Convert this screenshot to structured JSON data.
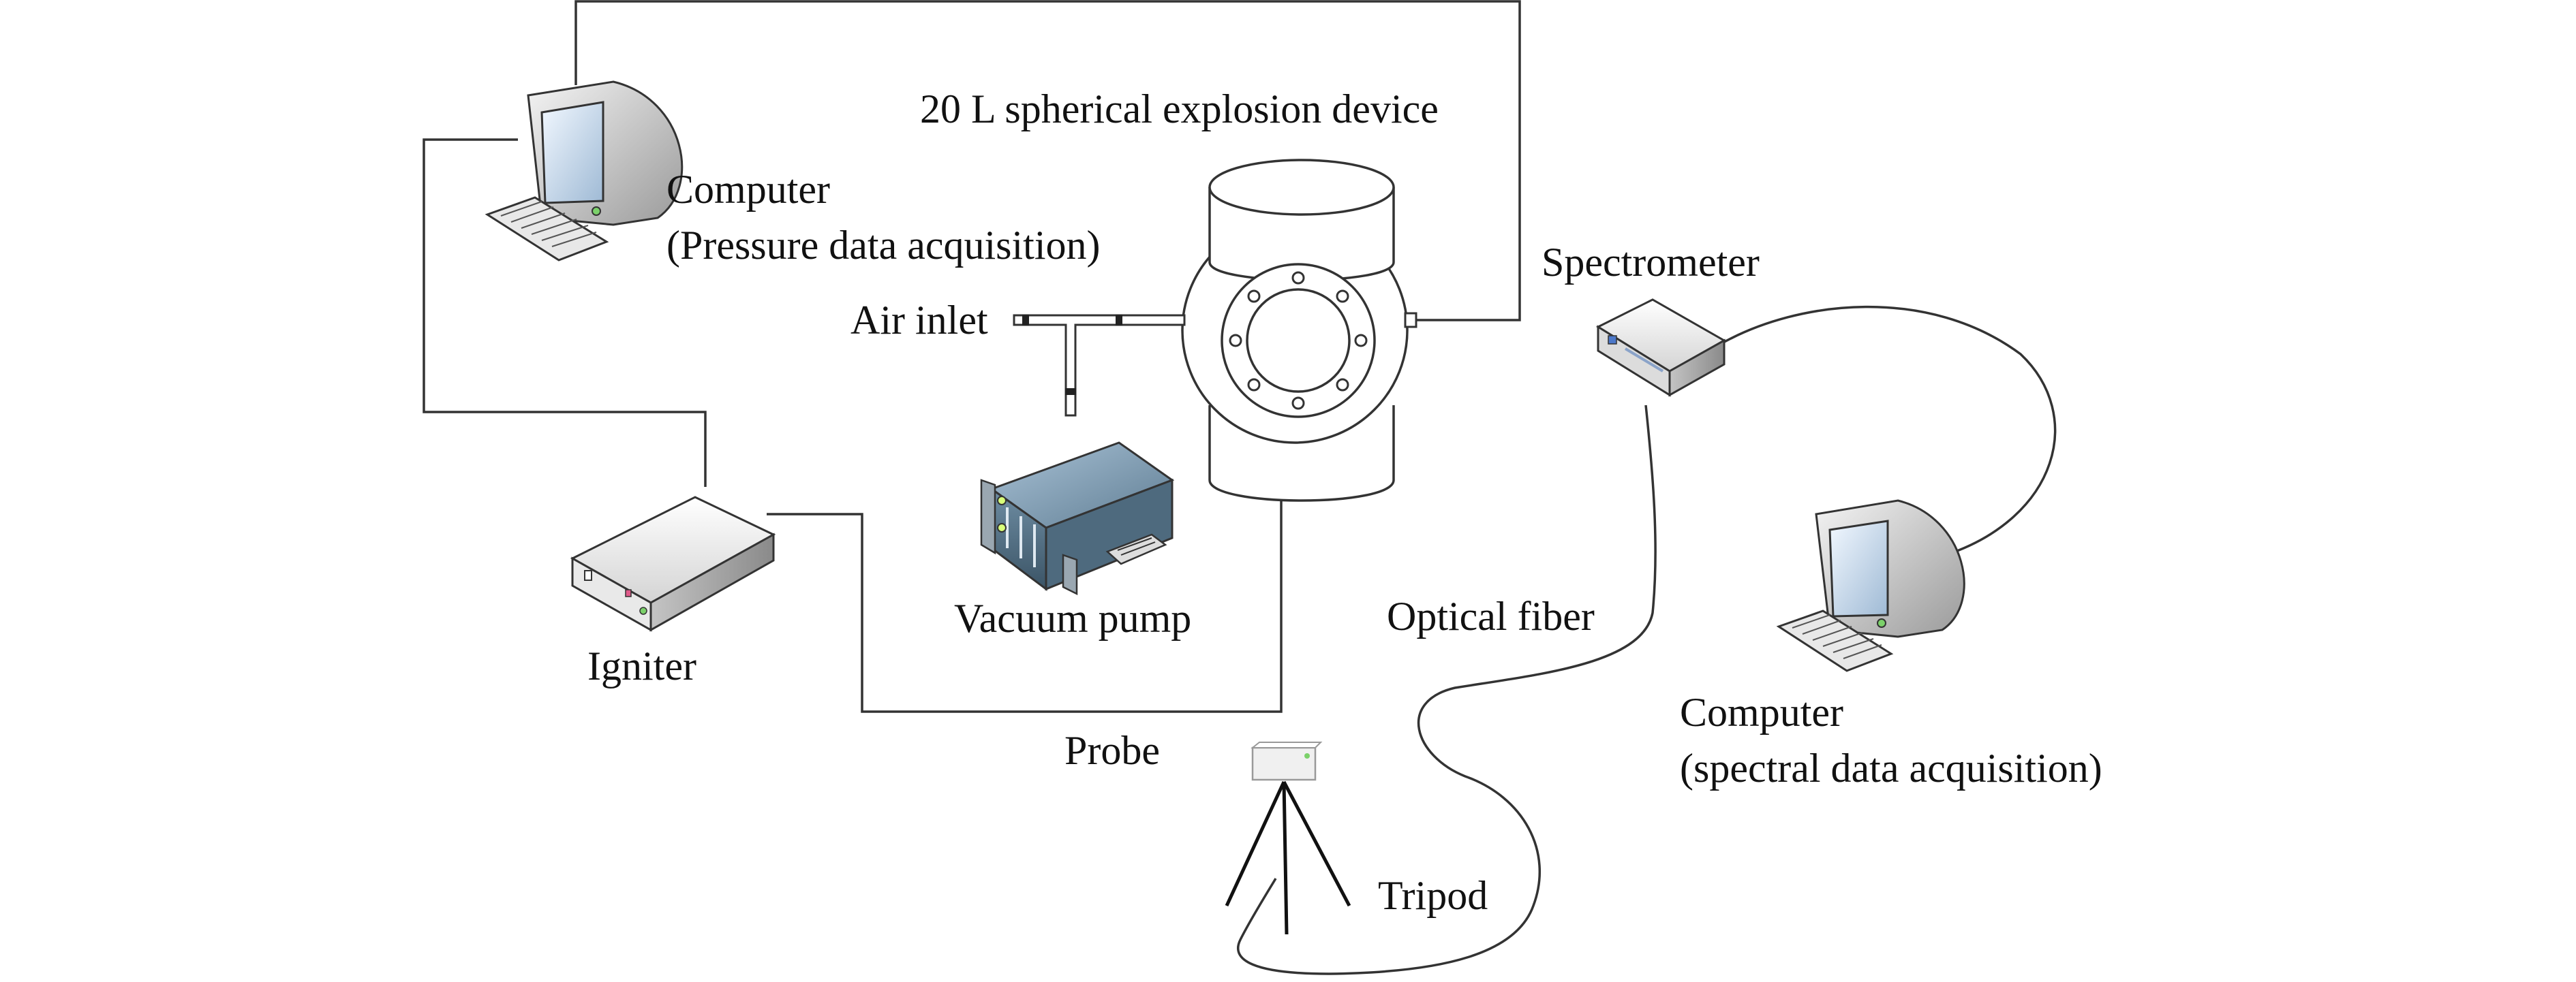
{
  "labels": {
    "device": "20 L spherical explosion device",
    "computer_pressure_line1": "Computer",
    "computer_pressure_line2": "(Pressure data acquisition)",
    "air_inlet": "Air inlet",
    "spectrometer": "Spectrometer",
    "vacuum_pump": "Vacuum pump",
    "optical_fiber": "Optical fiber",
    "igniter": "Igniter",
    "computer_spectral_line1": "Computer",
    "computer_spectral_line2": "(spectral data acquisition)",
    "probe": "Probe",
    "tripod": "Tripod"
  },
  "colors": {
    "line": "#333333",
    "text": "#111111",
    "device_body": "#ffffff",
    "pump_body": "#5e7f95",
    "screen": "#cfe0f0"
  }
}
